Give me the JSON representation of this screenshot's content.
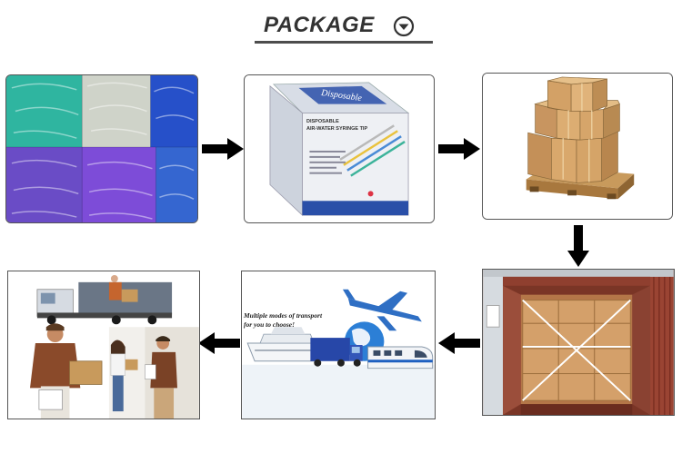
{
  "header": {
    "title": "PACKAGE",
    "icon": "chevron-down-circle-icon"
  },
  "panels": {
    "product_box": {
      "brand": "Disposable",
      "label_lines": [
        "DISPOSABLE",
        "AIR-WATER SYRINGE TIP"
      ]
    },
    "transport": {
      "caption_line1": "Multiple modes of transport",
      "caption_line2": "for you to choose!"
    }
  },
  "colors": {
    "title": "#333333",
    "arrow": "#000000",
    "cardboard": "#c8955c",
    "container": "#b54a32"
  }
}
